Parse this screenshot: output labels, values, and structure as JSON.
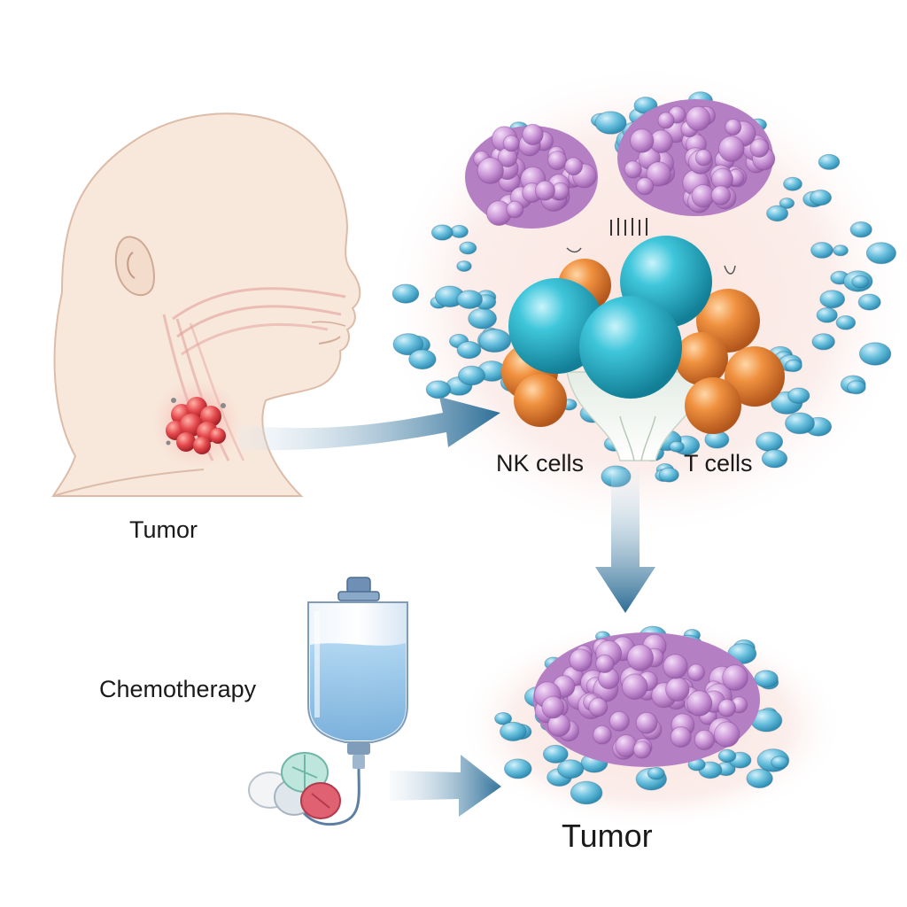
{
  "labels": {
    "tumor_left": "Tumor",
    "nk_cells": "NK cells",
    "t_cells": "T cells",
    "chemotherapy": "Chemotherapy",
    "tumor_bottom": "Tumor"
  },
  "colors": {
    "skin": "#f7e6da",
    "skin_outline": "#d9b8a4",
    "tumor_red": "#e0474c",
    "nk_cyan": "#22b0c8",
    "t_orange": "#e9823a",
    "tumor_purple": "#c58fd0",
    "blue_cell": "#5cb7d6",
    "arrow_blue": "#3f7fa8",
    "fluid_blue": "#8fc4e8"
  }
}
